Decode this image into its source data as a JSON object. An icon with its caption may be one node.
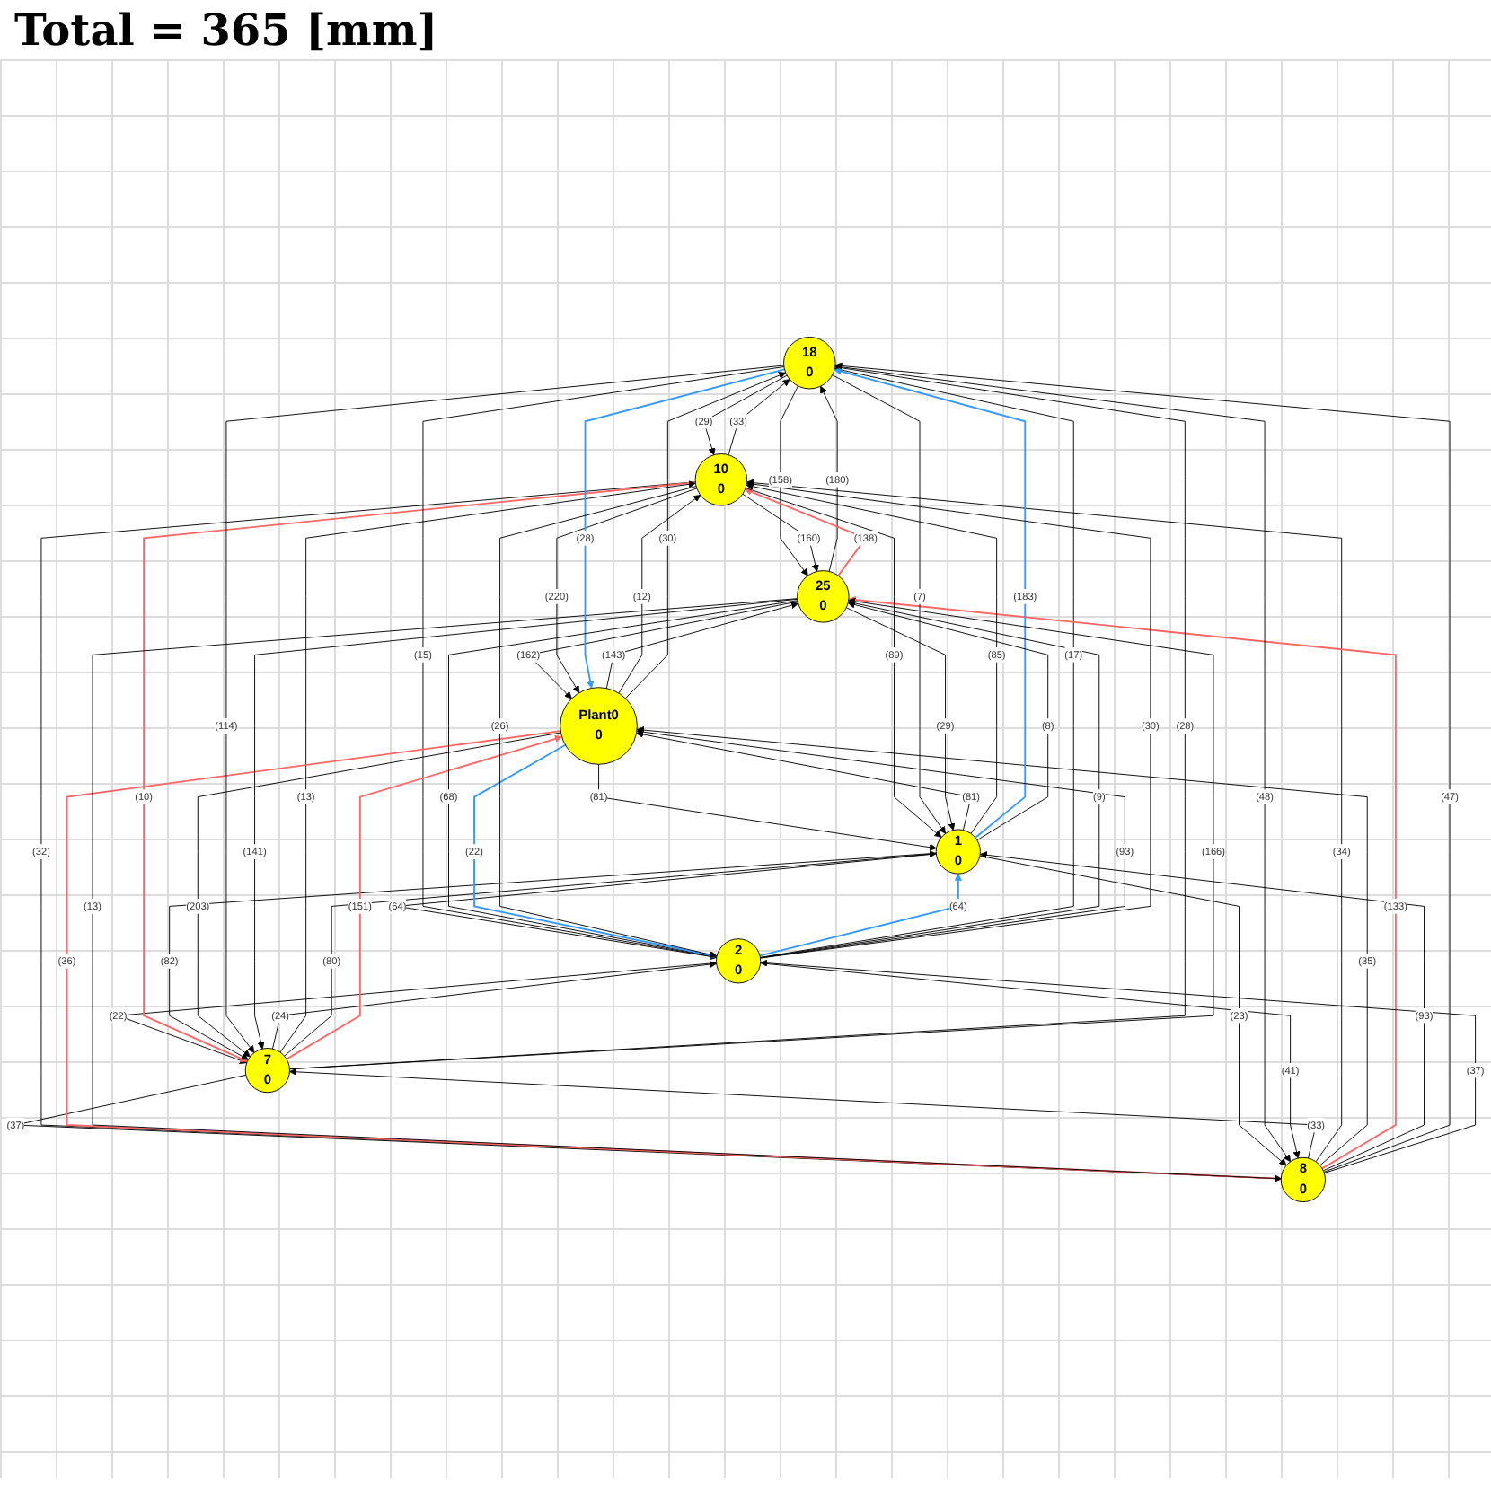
{
  "diagram": {
    "title": "Total = 365 [mm]",
    "nodes": [
      {
        "text": [
          "18",
          "0"
        ]
      },
      {
        "text": [
          "25",
          "0"
        ]
      },
      {
        "text": [
          "Plant0",
          "0"
        ]
      },
      {
        "text": [
          "1",
          "0"
        ]
      },
      {
        "text": [
          "2",
          "0"
        ]
      },
      {
        "text": [
          "7",
          "0"
        ]
      },
      {
        "text": [
          "8",
          "0"
        ]
      },
      {
        "text": [
          "10",
          "0"
        ]
      }
    ],
    "edges": [
      {
        "from": 0,
        "to": 7,
        "arrow": "to",
        "label": "(29)"
      },
      {
        "from": 7,
        "to": 0,
        "arrow": "to",
        "label": "(33)"
      },
      {
        "from": 0,
        "to": 1,
        "arrow": "to",
        "label": "(158)"
      },
      {
        "from": 1,
        "to": 0,
        "arrow": "to",
        "label": "(180)"
      },
      {
        "from": 1,
        "to": 7,
        "arrow": "to",
        "label": "(138)",
        "color": "#ff6666"
      },
      {
        "from": 7,
        "to": 1,
        "arrow": "to",
        "label": "(160)"
      },
      {
        "from": 1,
        "to": 2,
        "arrow": "to",
        "label": "(162)"
      },
      {
        "from": 2,
        "to": 1,
        "arrow": "to",
        "label": "(143)"
      },
      {
        "from": 2,
        "to": 3,
        "arrow": "to",
        "label": "(81)"
      },
      {
        "from": 3,
        "to": 2,
        "arrow": "to",
        "label": "(81)"
      },
      {
        "from": 3,
        "to": 4,
        "arrow": "to",
        "label": "(64)"
      },
      {
        "from": 4,
        "to": 3,
        "arrow": "to",
        "label": "(64)",
        "color": "#3399ff"
      },
      {
        "from": 4,
        "to": 5,
        "arrow": "to",
        "label": "(22)"
      },
      {
        "from": 5,
        "to": 4,
        "arrow": "to",
        "label": "(24)"
      },
      {
        "from": 5,
        "to": 6,
        "arrow": "to",
        "label": "(37)"
      },
      {
        "from": 6,
        "to": 5,
        "arrow": "to",
        "label": "(33)"
      },
      {
        "from": 6,
        "to": 7,
        "arrow": "to",
        "label": "(34)"
      },
      {
        "from": 7,
        "to": 6,
        "arrow": "to",
        "label": "(32)"
      },
      {
        "from": 7,
        "to": 5,
        "arrow": "to",
        "label": "(10)",
        "color": "#ff6666"
      },
      {
        "from": 5,
        "to": 7,
        "arrow": "to",
        "label": "(13)"
      },
      {
        "from": 0,
        "to": 4,
        "arrow": "to",
        "label": "(15)"
      },
      {
        "from": 4,
        "to": 0,
        "arrow": "to",
        "label": "(17)"
      },
      {
        "from": 6,
        "to": 2,
        "arrow": "to",
        "label": "(35)"
      },
      {
        "from": 2,
        "to": 6,
        "arrow": "to",
        "label": "(36)",
        "color": "#ff6666"
      },
      {
        "from": 5,
        "to": 3,
        "arrow": "to",
        "label": "(80)"
      },
      {
        "from": 3,
        "to": 5,
        "arrow": "to",
        "label": "(82)"
      },
      {
        "from": 7,
        "to": 2,
        "arrow": "to",
        "label": "(220)"
      },
      {
        "from": 2,
        "to": 7,
        "arrow": "to",
        "label": "(12)"
      },
      {
        "from": 6,
        "to": 1,
        "arrow": "to",
        "label": "(133)",
        "color": "#ff6666"
      },
      {
        "from": 1,
        "to": 6,
        "arrow": "to",
        "label": "(13)"
      },
      {
        "from": 5,
        "to": 2,
        "arrow": "to",
        "label": "(151)",
        "color": "#ff6666"
      },
      {
        "from": 2,
        "to": 5,
        "arrow": "to",
        "label": "(203)"
      },
      {
        "from": 7,
        "to": 3,
        "arrow": "to",
        "label": "(89)"
      },
      {
        "from": 3,
        "to": 7,
        "arrow": "to",
        "label": "(85)"
      },
      {
        "from": 6,
        "to": 3,
        "arrow": "to",
        "label": "(93)"
      },
      {
        "from": 3,
        "to": 6,
        "arrow": "to",
        "label": "(23)"
      },
      {
        "from": 0,
        "to": 5,
        "arrow": "to",
        "label": "(114)"
      },
      {
        "from": 5,
        "to": 0,
        "arrow": "to",
        "label": "(28)"
      },
      {
        "from": 3,
        "to": 0,
        "arrow": "to",
        "label": "(183)",
        "color": "#3399ff"
      },
      {
        "from": 0,
        "to": 3,
        "arrow": "to",
        "label": "(7)"
      },
      {
        "from": 0,
        "to": 2,
        "arrow": "to",
        "label": "(28)",
        "color": "#3399ff"
      },
      {
        "from": 2,
        "to": 0,
        "arrow": "to",
        "label": "(30)"
      },
      {
        "from": 0,
        "to": 6,
        "arrow": "to",
        "label": "(48)"
      },
      {
        "from": 6,
        "to": 0,
        "arrow": "to",
        "label": "(47)"
      },
      {
        "from": 1,
        "to": 5,
        "arrow": "to",
        "label": "(141)"
      },
      {
        "from": 5,
        "to": 1,
        "arrow": "to",
        "label": "(166)"
      },
      {
        "from": 1,
        "to": 4,
        "arrow": "to",
        "label": "(68)"
      },
      {
        "from": 4,
        "to": 1,
        "arrow": "to",
        "label": "(9)"
      },
      {
        "from": 2,
        "to": 4,
        "arrow": "to",
        "label": "(22)",
        "color": "#3399ff"
      },
      {
        "from": 4,
        "to": 2,
        "arrow": "to",
        "label": "(93)"
      },
      {
        "from": 7,
        "to": 4,
        "arrow": "to",
        "label": "(26)"
      },
      {
        "from": 4,
        "to": 7,
        "arrow": "to",
        "label": "(30)"
      },
      {
        "from": 6,
        "to": 4,
        "arrow": "to",
        "label": "(37)"
      },
      {
        "from": 4,
        "to": 6,
        "arrow": "to",
        "label": "(41)"
      },
      {
        "from": 1,
        "to": 3,
        "arrow": "to",
        "label": "(29)"
      },
      {
        "from": 3,
        "to": 1,
        "arrow": "to",
        "label": "(8)"
      }
    ]
  }
}
